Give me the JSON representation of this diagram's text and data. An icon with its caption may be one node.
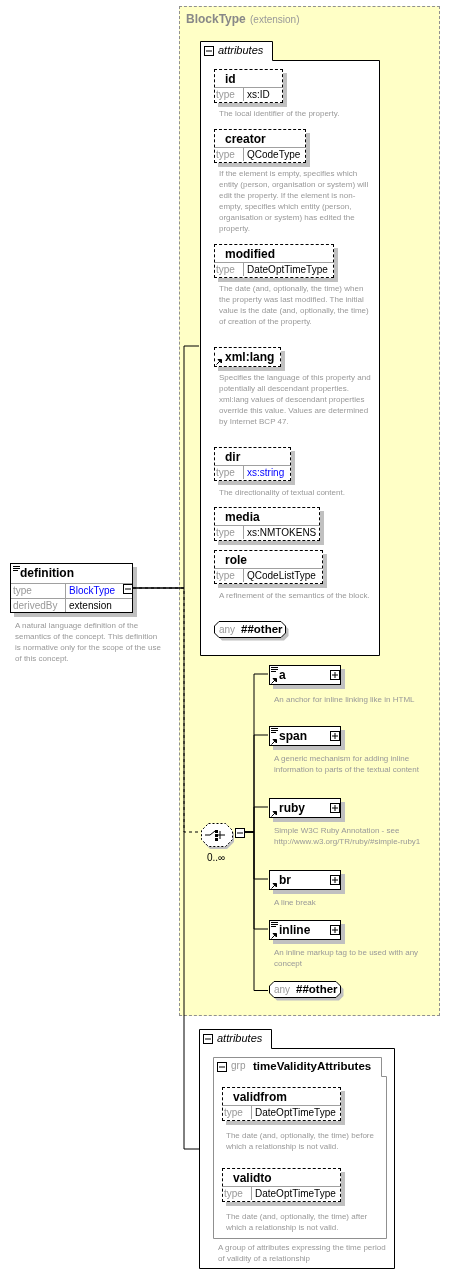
{
  "diagram": {
    "nodes": [
      {
        "text": [
          "definition",
          "type",
          "BlockType",
          "derivedBy",
          "extension"
        ],
        "beside": [
          "A natural language definition of the semantics of the concept. This definition is normative only for the scope of the use of this concept."
        ]
      },
      {
        "text": [
          "BlockType",
          "(extension)"
        ]
      },
      {
        "text": [
          "attributes"
        ],
        "in": 1
      },
      {
        "text": [
          "id",
          "type",
          "xs:ID"
        ],
        "in": 2,
        "beside": [
          "The local identifier of the property."
        ]
      },
      {
        "text": [
          "creator",
          "type",
          "QCodeType"
        ],
        "in": 2,
        "beside": [
          "If the element is empty, specifies which entity (person, organisation or system) will edit the property. If the element is non-empty, specifies which entity (person, organisation or system) has edited the property."
        ]
      },
      {
        "text": [
          "modified",
          "type",
          "DateOptTimeType"
        ],
        "in": 2,
        "beside": [
          "The date (and, optionally, the time) when the property was last modified. The initial value is the date (and, optionally, the time) of creation of the property."
        ]
      },
      {
        "text": [
          "xml:lang"
        ],
        "in": 2,
        "beside": [
          "Specifies the language of this property and potentially all descendant properties. xml:lang values of descendant properties override this value. Values are determined by Internet BCP 47."
        ]
      },
      {
        "text": [
          "dir",
          "type",
          "xs:string"
        ],
        "in": 2,
        "beside": [
          "The directionality of textual content."
        ]
      },
      {
        "text": [
          "media",
          "type",
          "xs:NMTOKENS"
        ],
        "in": 2
      },
      {
        "text": [
          "role",
          "type",
          "QCodeListType"
        ],
        "in": 2,
        "beside": [
          "A refinement of the semantics of the block."
        ]
      },
      {
        "text": [
          "any",
          "##other"
        ],
        "in": 2
      },
      {
        "text": [],
        "shape": "octagon",
        "in": 1,
        "beside": [
          "0..∞"
        ]
      },
      {
        "text": [
          "a"
        ],
        "in": 1,
        "beside": [
          "An anchor for inline linking like in HTML"
        ]
      },
      {
        "text": [
          "span"
        ],
        "in": 1,
        "beside": [
          "A generic mechanism for adding inline information to parts of the textual content"
        ]
      },
      {
        "text": [
          "ruby"
        ],
        "in": 1,
        "beside": [
          "Simple W3C Ruby Annotation - see http://www.w3.org/TR/ruby/#simple-ruby1"
        ]
      },
      {
        "text": [
          "br"
        ],
        "in": 1,
        "beside": [
          "A line break"
        ]
      },
      {
        "text": [
          "inline"
        ],
        "in": 1,
        "beside": [
          "An inline markup tag to be used with any concept"
        ]
      },
      {
        "text": [
          "any",
          "##other"
        ],
        "in": 1
      },
      {
        "text": [
          "attributes"
        ]
      },
      {
        "text": [
          "grp",
          "timeValidityAttributes"
        ],
        "in": 18,
        "beside": [
          "A group of attributes expressing the time period of validity of a relationship"
        ]
      },
      {
        "text": [
          "validfrom",
          "type",
          "DateOptTimeType"
        ],
        "in": 19,
        "beside": [
          "The date (and, optionally, the time) before which a relationship is not valid."
        ]
      },
      {
        "text": [
          "validto",
          "type",
          "DateOptTimeType"
        ],
        "in": 19,
        "beside": [
          "The date (and, optionally, the time) after which a relationship is not valid."
        ]
      }
    ],
    "edges": [
      {
        "from": 0,
        "to": 2,
        "arrow": "none"
      },
      {
        "from": 0,
        "to": 11,
        "arrow": "none",
        "style": "dashed"
      },
      {
        "from": 0,
        "to": 18,
        "arrow": "none"
      },
      {
        "from": 11,
        "to": 12,
        "arrow": "none"
      },
      {
        "from": 11,
        "to": 13,
        "arrow": "none"
      },
      {
        "from": 11,
        "to": 14,
        "arrow": "none"
      },
      {
        "from": 11,
        "to": 15,
        "arrow": "none"
      },
      {
        "from": 11,
        "to": 16,
        "arrow": "none"
      },
      {
        "from": 11,
        "to": 17,
        "arrow": "none"
      }
    ]
  }
}
